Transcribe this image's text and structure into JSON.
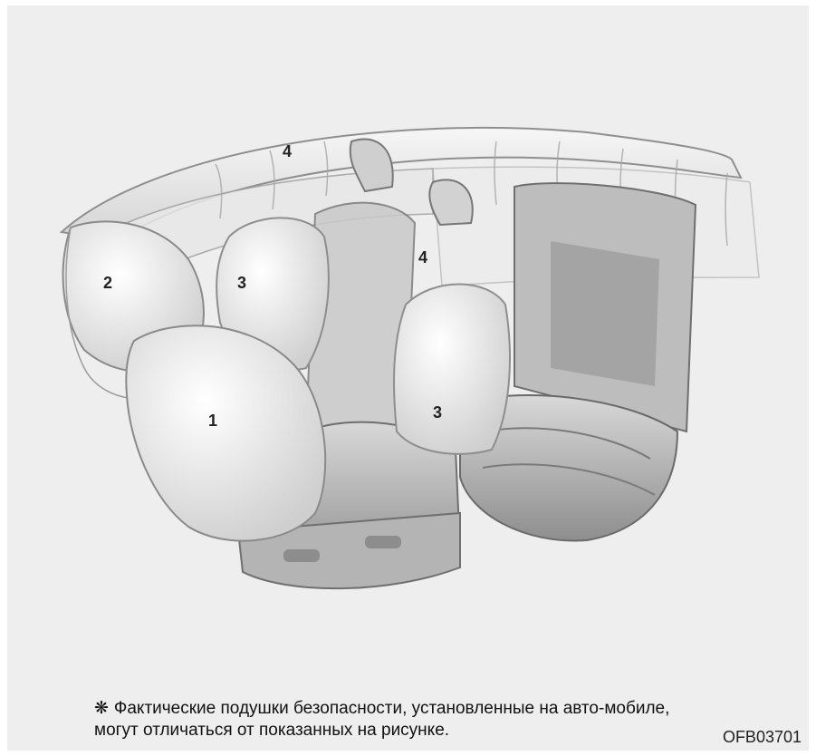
{
  "figure": {
    "callouts": [
      {
        "id": "driver-front-airbag",
        "label": "1"
      },
      {
        "id": "passenger-front-airbag",
        "label": "2"
      },
      {
        "id": "side-airbag-driver",
        "label": "3"
      },
      {
        "id": "side-airbag-passenger",
        "label": "3"
      },
      {
        "id": "curtain-airbag-front",
        "label": "4"
      },
      {
        "id": "curtain-airbag-rear",
        "label": "4"
      }
    ]
  },
  "note": {
    "symbol": "❋",
    "text": "Фактические подушки безопасности, установленные на авто-мобиле, могут отличаться от показанных на рисунке."
  },
  "figure_code": "OFB03701",
  "colors": {
    "background": "#eeeeee",
    "airbag_fill": "#f4f4f4",
    "airbag_stroke": "#9a9a9a",
    "seat_fill": "#c8c8c8",
    "seat_dark": "#8a8a8a"
  }
}
